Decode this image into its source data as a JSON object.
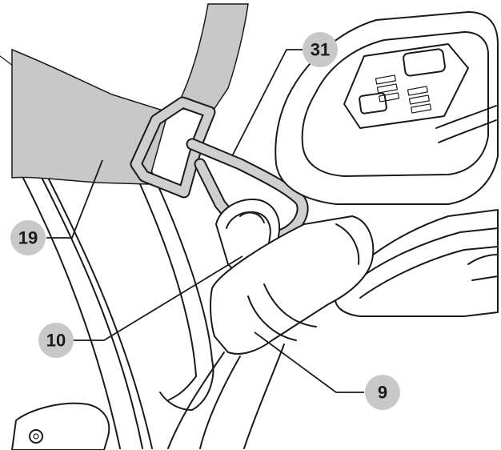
{
  "callouts": [
    {
      "id": "19",
      "label": "19"
    },
    {
      "id": "31",
      "label": "31"
    },
    {
      "id": "10",
      "label": "10"
    },
    {
      "id": "9",
      "label": "9"
    }
  ],
  "colors": {
    "line": "#1a1a1a",
    "strap_fill": "#c8c8c8",
    "callout_fill": "#c8c8c8",
    "background": "#ffffff"
  }
}
